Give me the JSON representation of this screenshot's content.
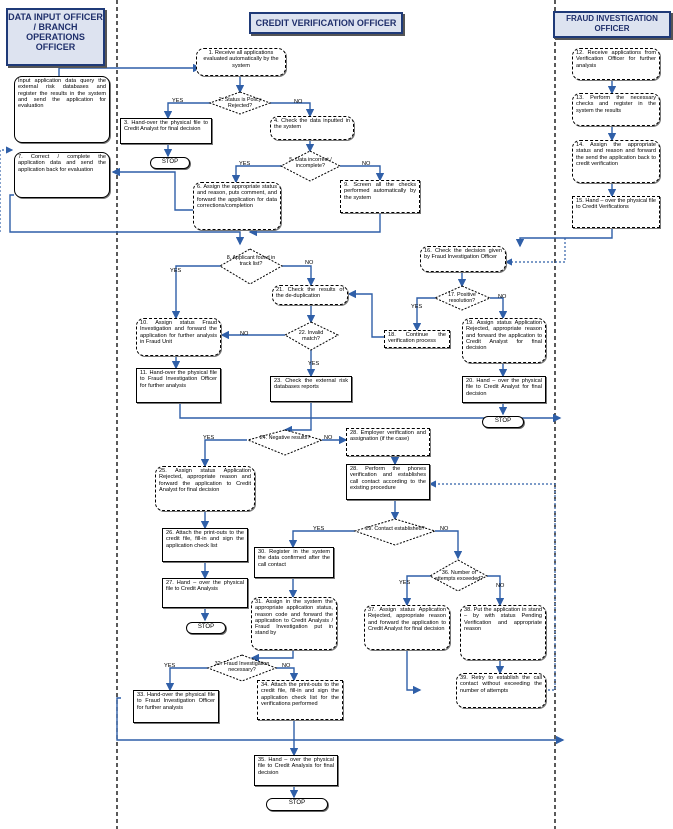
{
  "lanes": {
    "data_input": "DATA INPUT OFFICER / BRANCH OPERATIONS OFFICER",
    "credit": "CREDIT VERIFICATION OFFICER",
    "fraud": "FRAUD INVESTIGATION OFFICER"
  },
  "steps": {
    "s1": "1. Receive all applications evaluated automatically by the system",
    "s2": "2. Status is Policy Rejected?",
    "s3": "3. Hand-over the physical file to Credit Analyst for final decision",
    "s4": "4. Check the data inputted in the system",
    "s5": "5. Data incorrect / incomplete?",
    "s6": "6. Assign the appropriate status and reason, puts comment, and forward the application for data corrections/completion",
    "s7": "7. Correct / complete the application data and send the application back for evaluation",
    "s8": "8. Applicant found in track list?",
    "s9": "9. Screen all the checks performed automatically by the system",
    "s10": "10. Assign status Fraud Investigation and forward the application for further analysis in Fraud Unit",
    "s11": "11. Hand-over the physical file to Fraud Investigation Officer for further analysis",
    "s12": "12. Receive applications from Verification Officer for further analysis",
    "s13": "13. Perform the necessary checks and register in the system the results",
    "s14": "14. Assign the appropriate status and reason and forward the send the application back to credit verification",
    "s15": "15. Hand – over the physical file to Credit Verifications",
    "s16": "16. Check the decision given by Fraud Investigation Officer",
    "s17": "17. Positive resolution?",
    "s18": "18. Continue the verification process",
    "s19": "19. Assign status Application Rejected, appropriate reason and forward the application to Credit Analyst for final decision",
    "s20": "20. Hand – over the physical file to Credit Analyst for final decision",
    "s21": "21. Check the results of the de-duplication",
    "s22": "22. Invalid match?",
    "s23": "23. Check the external risk databases reports",
    "s24": "24. Negative results?",
    "s25": "25. Assign status Application Rejected, appropriate reason and forward the application to Credit Analyst for final decision",
    "s26": "26. Attach the print-outs to the credit file, fill-in and sign the application check list",
    "s27": "27. Hand – over the physical file to Credit Analysis",
    "s28a": "28. Employer verification and assignation (if the case)",
    "s28b": "28. Perform the phones verification and establishes call contact according to the existing procedure",
    "s29": "29. Contact established?",
    "s30": "30. Register in the system the data confirmed after the call contact",
    "s31": "31. Assign in the system the appropriate application status, reason code and forward the application to Credit Analysis / Fraud Investigation put in stand by",
    "s32": "32. Fraud Investigation necessary?",
    "s33": "33. Hand-over the physical file to Fraud Investigation Officer for further analysis",
    "s34": "34. Attach the print-outs to the credit file, fill-in and sign the application check list for the verifications performed",
    "s35": "35. Hand – over the physical file to Credit Analysis for final decision",
    "s36": "36. Number of attempts exceeded?",
    "s37": "37. Assign status Application Rejected, appropriate reason and forward the application to Credit Analyst for final decision",
    "s38": "38. Put the application in stand – by with status Pending Verification and appropriate reason",
    "s39": "39. Retry to establish the call contact without exceeding the number of attempts",
    "input": "Input application data query the external risk databases and register the results in the system and send the application for evaluation"
  },
  "labels": {
    "yes": "YES",
    "no": "NO",
    "stop": "STOP"
  }
}
